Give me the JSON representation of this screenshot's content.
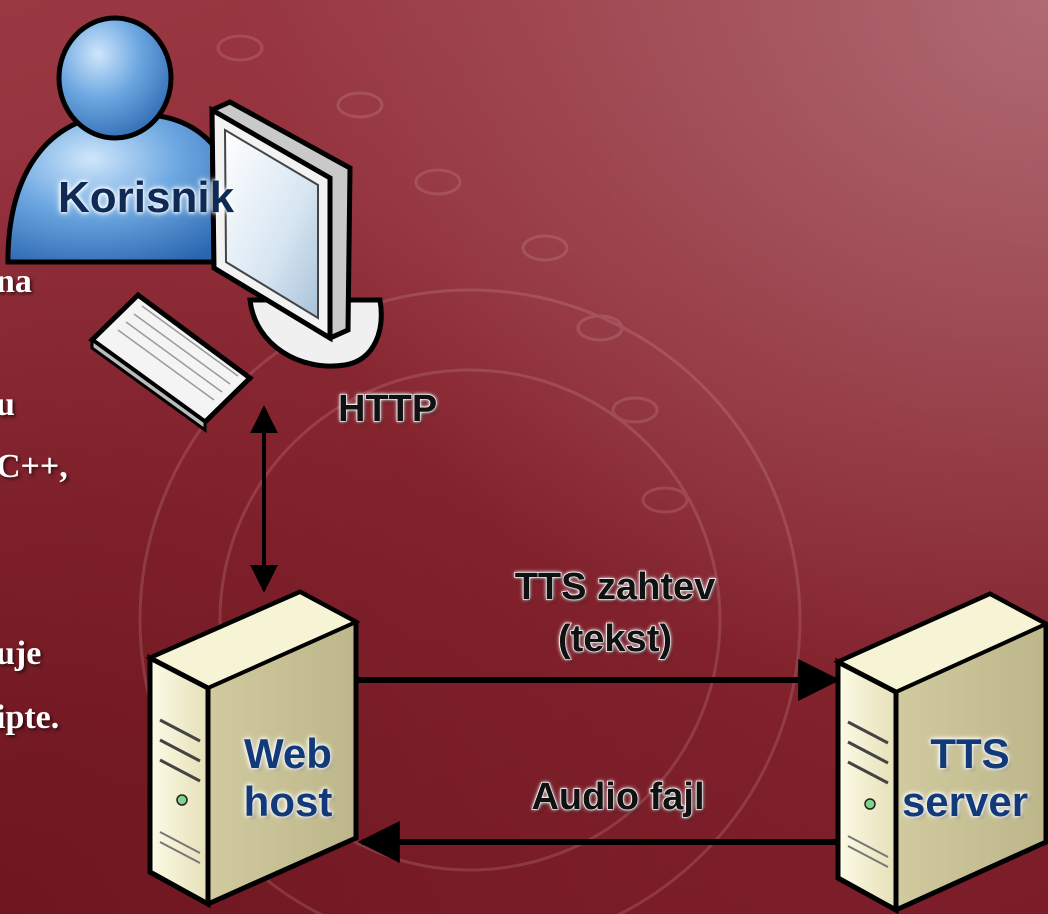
{
  "slide_text_fragments": [
    "na",
    "u",
    "C++,",
    "uje",
    "ipte."
  ],
  "nodes": {
    "user": {
      "label": "Korisnik",
      "icon": "user-icon"
    },
    "workstation": {
      "icon": "computer-monitor-icon",
      "keyboard_icon": "keyboard-icon"
    },
    "web_host": {
      "label_line1": "Web",
      "label_line2": "host",
      "icon": "server-tower-icon"
    },
    "tts_server": {
      "label_line1": "TTS",
      "label_line2": "server",
      "icon": "server-tower-icon"
    }
  },
  "edges": [
    {
      "from": "workstation",
      "to": "web_host",
      "label": "HTTP",
      "direction": "bidirectional"
    },
    {
      "from": "web_host",
      "to": "tts_server",
      "label_line1": "TTS zahtev",
      "label_line2": "(tekst)",
      "direction": "forward"
    },
    {
      "from": "tts_server",
      "to": "web_host",
      "label": "Audio fajl",
      "direction": "forward"
    }
  ],
  "colors": {
    "background": "#8b2833",
    "user_figure": "#6aa6e0",
    "server_body": "#eeeac6",
    "edge_line": "#000000",
    "node_text": "#123a78"
  }
}
